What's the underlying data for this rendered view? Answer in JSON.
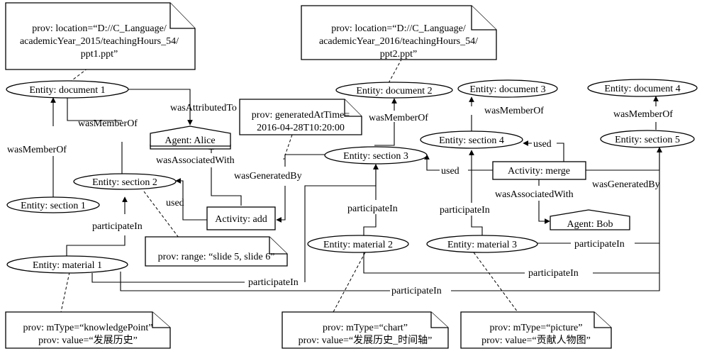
{
  "entities": {
    "document1": "Entity: document 1",
    "document2": "Entity: document 2",
    "document3": "Entity: document 3",
    "document4": "Entity: document 4",
    "section1": "Entity: section 1",
    "section2": "Entity: section 2",
    "section3": "Entity: section 3",
    "section4": "Entity: section 4",
    "section5": "Entity: section 5",
    "material1": "Entity: material 1",
    "material2": "Entity: material 2",
    "material3": "Entity: material 3"
  },
  "agents": {
    "alice": "Agent: Alice",
    "bob": "Agent: Bob"
  },
  "activities": {
    "add": "Activity: add",
    "merge": "Activity: merge"
  },
  "relations": {
    "wasAttributedTo": "wasAttributedTo",
    "wasMemberOf": "wasMemberOf",
    "wasAssociatedWith": "wasAssociatedWith",
    "wasGeneratedBy": "wasGeneratedBy",
    "used": "used",
    "participateIn": "participateIn"
  },
  "notes": {
    "doc1_location": [
      "prov: location=“D://C_Language/",
      "academicYear_2015/teachingHours_54/",
      "ppt1.ppt”"
    ],
    "doc2_location": [
      "prov: location=“D://C_Language/",
      "academicYear_2016/teachingHours_54/",
      "ppt2.ppt”"
    ],
    "generated_time": [
      "prov: generatedAtTime=",
      "2016-04-28T10:20:00"
    ],
    "range": [
      "prov: range: “slide 5, slide 6”"
    ],
    "material1_props": [
      "prov: mType=“knowledgePoint”",
      "prov: value=“发展历史”"
    ],
    "material2_props": [
      "prov: mType=“chart”",
      "prov: value=“发展历史_时间轴”"
    ],
    "material3_props": [
      "prov: mType=“picture”",
      "prov: value=“贡献人物图”"
    ]
  }
}
